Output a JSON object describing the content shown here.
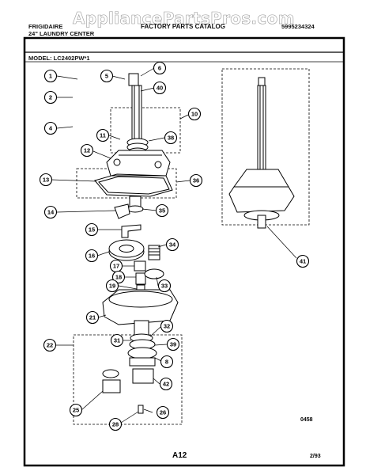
{
  "watermark": "AppliancePartsPros.com",
  "header": {
    "brand": "FRIGIDAIRE",
    "product": "24\" LAUNDRY CENTER",
    "catalog": "FACTORY PARTS CATALOG",
    "doc_number": "5995234324",
    "model": "MODEL: LC2402PW*1"
  },
  "callouts": [
    "1",
    "2",
    "4",
    "5",
    "6",
    "40",
    "10",
    "11",
    "38",
    "12",
    "13",
    "36",
    "14",
    "35",
    "15",
    "34",
    "16",
    "17",
    "18",
    "33",
    "19",
    "21",
    "22",
    "32",
    "31",
    "39",
    "8",
    "42",
    "25",
    "26",
    "28",
    "41"
  ],
  "footer": {
    "code": "0458",
    "page": "A12",
    "date": "2/93"
  }
}
